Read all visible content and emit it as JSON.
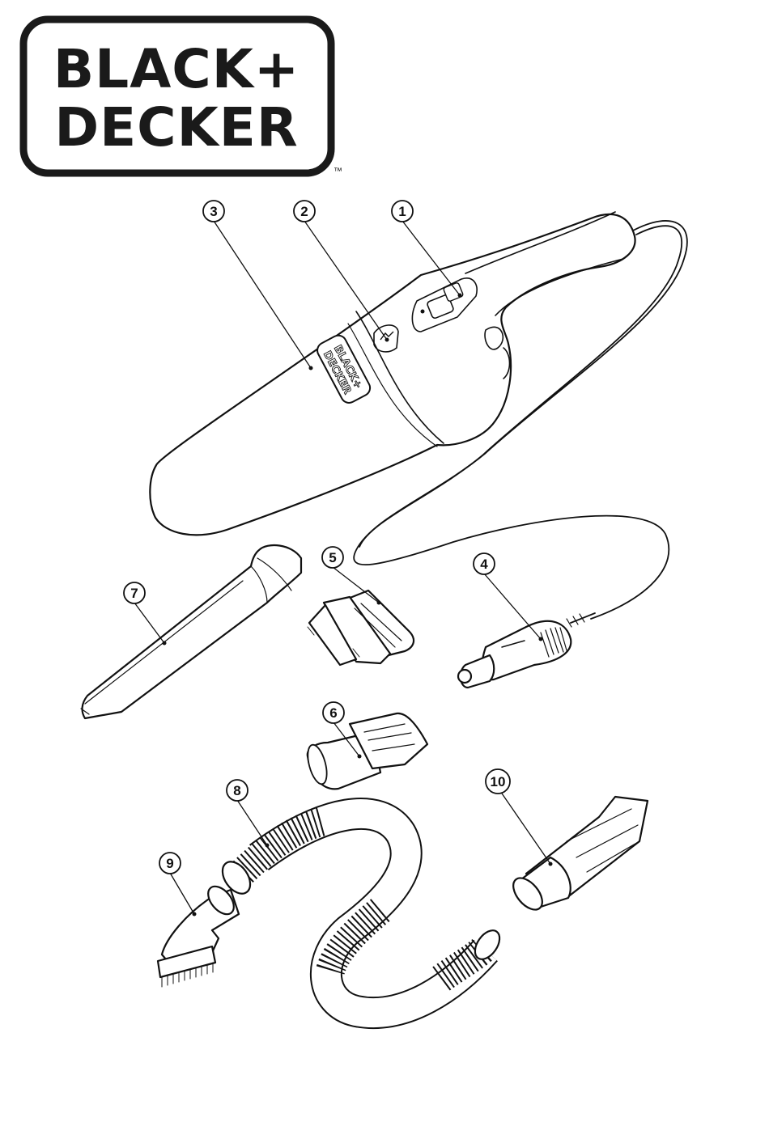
{
  "brand": {
    "line1": "BLACK+",
    "line2": "DECKER",
    "trademark": "™"
  },
  "callouts": [
    {
      "id": "1",
      "label": "1"
    },
    {
      "id": "2",
      "label": "2"
    },
    {
      "id": "3",
      "label": "3"
    },
    {
      "id": "4",
      "label": "4"
    },
    {
      "id": "5",
      "label": "5"
    },
    {
      "id": "6",
      "label": "6"
    },
    {
      "id": "7",
      "label": "7"
    },
    {
      "id": "8",
      "label": "8"
    },
    {
      "id": "9",
      "label": "9"
    },
    {
      "id": "10",
      "label": "10"
    }
  ],
  "product_badge": {
    "line1": "BLACK+",
    "line2": "DECKER"
  }
}
